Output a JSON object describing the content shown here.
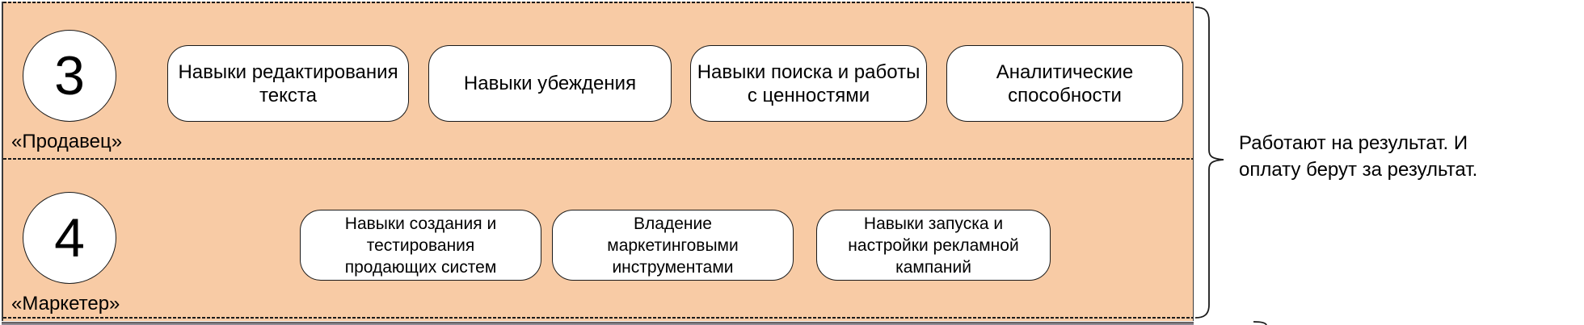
{
  "panel": {
    "background": "#F8CBA5",
    "border_color": "#3b3b3b",
    "line_color": "#1a1a1a",
    "box_fill": "#ffffff"
  },
  "rows": [
    {
      "number": "3",
      "role": "«Продавец»",
      "skills": [
        "Навыки редактирования\nтекста",
        "Навыки убеждения",
        "Навыки поиска и работы\nс ценностями",
        "Аналитические\nспособности"
      ]
    },
    {
      "number": "4",
      "role": "«Маркетер»",
      "skills": [
        "Навыки создания и\nтестирования\nпродающих систем",
        "Владение\nмаркетинговыми\nинструментами",
        "Навыки запуска и\nнастройки рекламной\nкампаний"
      ]
    }
  ],
  "annotation": {
    "text": "Работают на результат. И\nоплату берут за результат."
  }
}
